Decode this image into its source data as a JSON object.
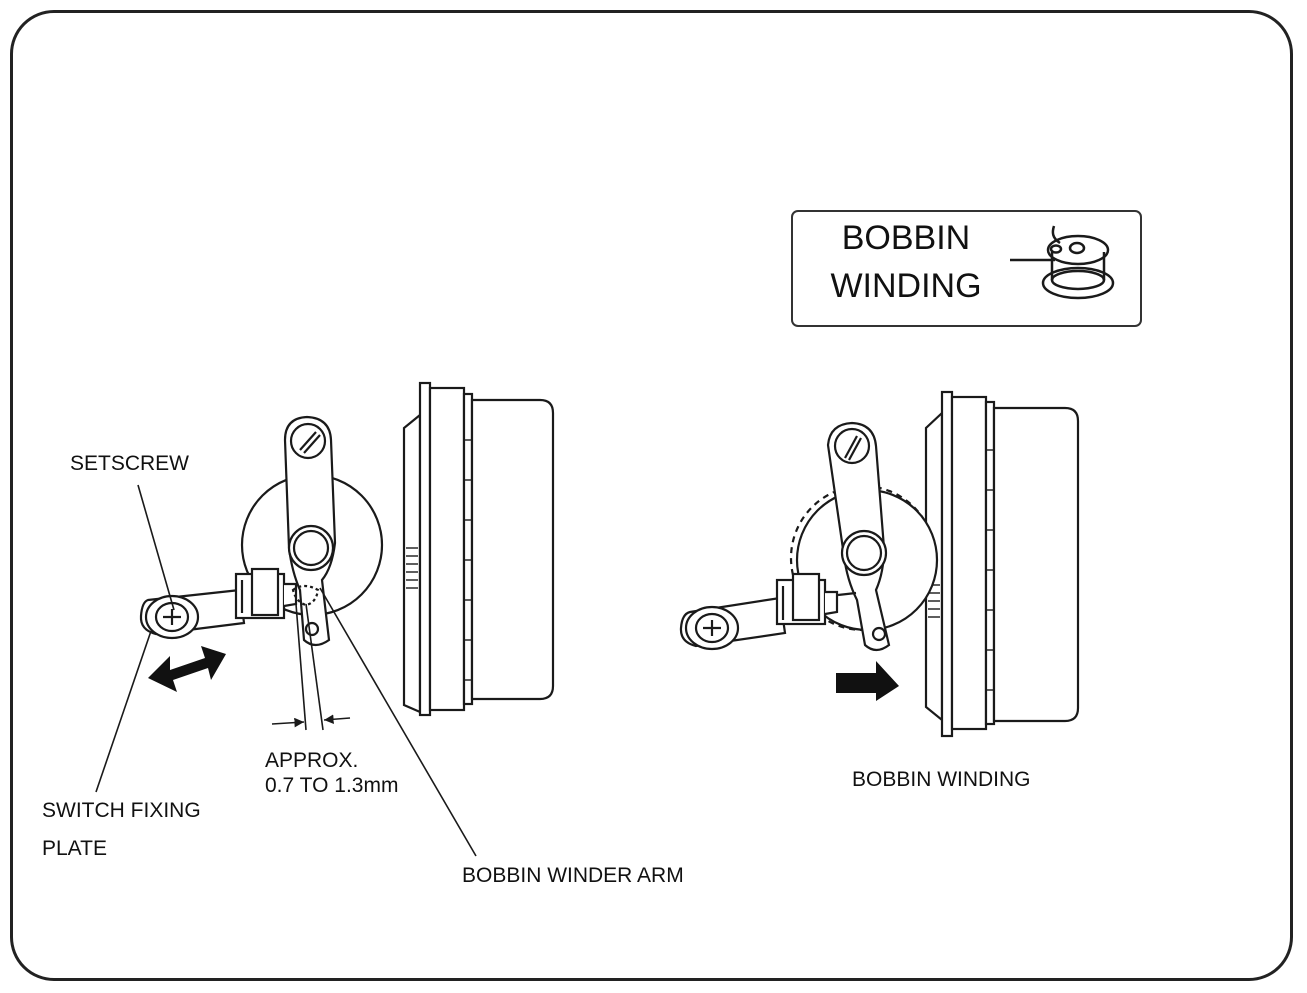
{
  "indicator_panel": {
    "title_line1": "BOBBIN",
    "title_line2": "WINDING",
    "icon": "bobbin-icon"
  },
  "labels": {
    "setscrew": "SETSCREW",
    "switch_fixing_plate_line1": "SWITCH FIXING",
    "switch_fixing_plate_line2": "PLATE",
    "approx_line1": "APPROX.",
    "approx_line2": "0.7 TO 1.3mm",
    "bobbin_winder_arm": "BOBBIN WINDER ARM",
    "bobbin_winding": "BOBBIN WINDING"
  },
  "colors": {
    "line": "#1a1a1a",
    "arrow_fill": "#111111"
  }
}
